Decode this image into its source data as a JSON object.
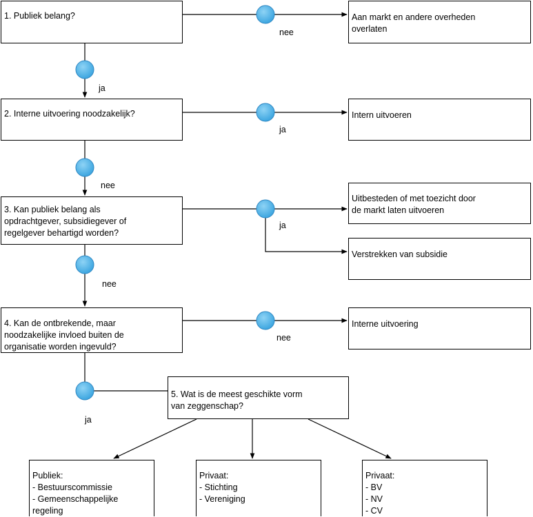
{
  "questions": {
    "q1": [
      "1. Publiek belang?"
    ],
    "q2": [
      "2. Interne uitvoering noodzakelijk?"
    ],
    "q3": [
      "3. Kan publiek belang als",
      "opdrachtgever, subsidiegever of",
      "regelgever  behartigd worden?"
    ],
    "q4": [
      "4. Kan de ontbrekende, maar",
      "noodzakelijke invloed buiten de",
      "organisatie worden ingevuld?"
    ],
    "q5": [
      "5. Wat  is de meest  geschikte vorm",
      "van zeggenschap?"
    ]
  },
  "outcomes": {
    "o1": [
      "Aan markt en andere overheden",
      "overlaten"
    ],
    "o2": [
      "Intern uitvoeren"
    ],
    "o3": [
      "Uitbesteden of  met  toezicht door",
      "de markt  laten uitvoeren"
    ],
    "o3b": [
      "Verstrekken van subsidie"
    ],
    "o4": [
      "Interne uitvoering"
    ]
  },
  "forms": {
    "publiek": [
      "Publiek:",
      "- Bestuurscommissie",
      "- Gemeenschappelijke",
      "regeling"
    ],
    "privaat1": [
      "Privaat:",
      "- Stichting",
      "- Vereniging"
    ],
    "privaat2": [
      "Privaat:",
      "- BV",
      "- NV",
      "- CV"
    ]
  },
  "labels": {
    "q1_right": "nee",
    "q1_down": "ja",
    "q2_right": "ja",
    "q2_down": "nee",
    "q3_right": "ja",
    "q3_down": "nee",
    "q4_right": "nee",
    "q4_down": "ja"
  },
  "colors": {
    "node_fill": "#4FB3E8",
    "node_stroke": "#2E86C1",
    "line": "#000000"
  }
}
